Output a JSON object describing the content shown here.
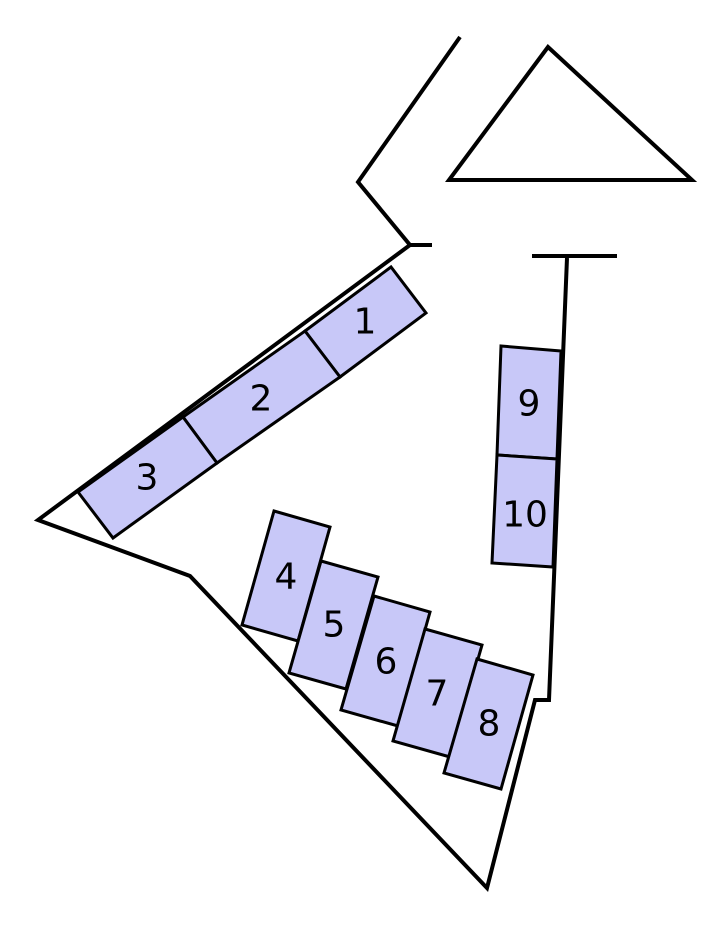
{
  "colors": {
    "slot_fill": "#c8c8f8",
    "line": "#000000",
    "background": "#ffffff"
  },
  "spaces": [
    {
      "id": "space-1",
      "label": "1"
    },
    {
      "id": "space-2",
      "label": "2"
    },
    {
      "id": "space-3",
      "label": "3"
    },
    {
      "id": "space-4",
      "label": "4"
    },
    {
      "id": "space-5",
      "label": "5"
    },
    {
      "id": "space-6",
      "label": "6"
    },
    {
      "id": "space-7",
      "label": "7"
    },
    {
      "id": "space-8",
      "label": "8"
    },
    {
      "id": "space-9",
      "label": "9"
    },
    {
      "id": "space-10",
      "label": "10"
    }
  ]
}
